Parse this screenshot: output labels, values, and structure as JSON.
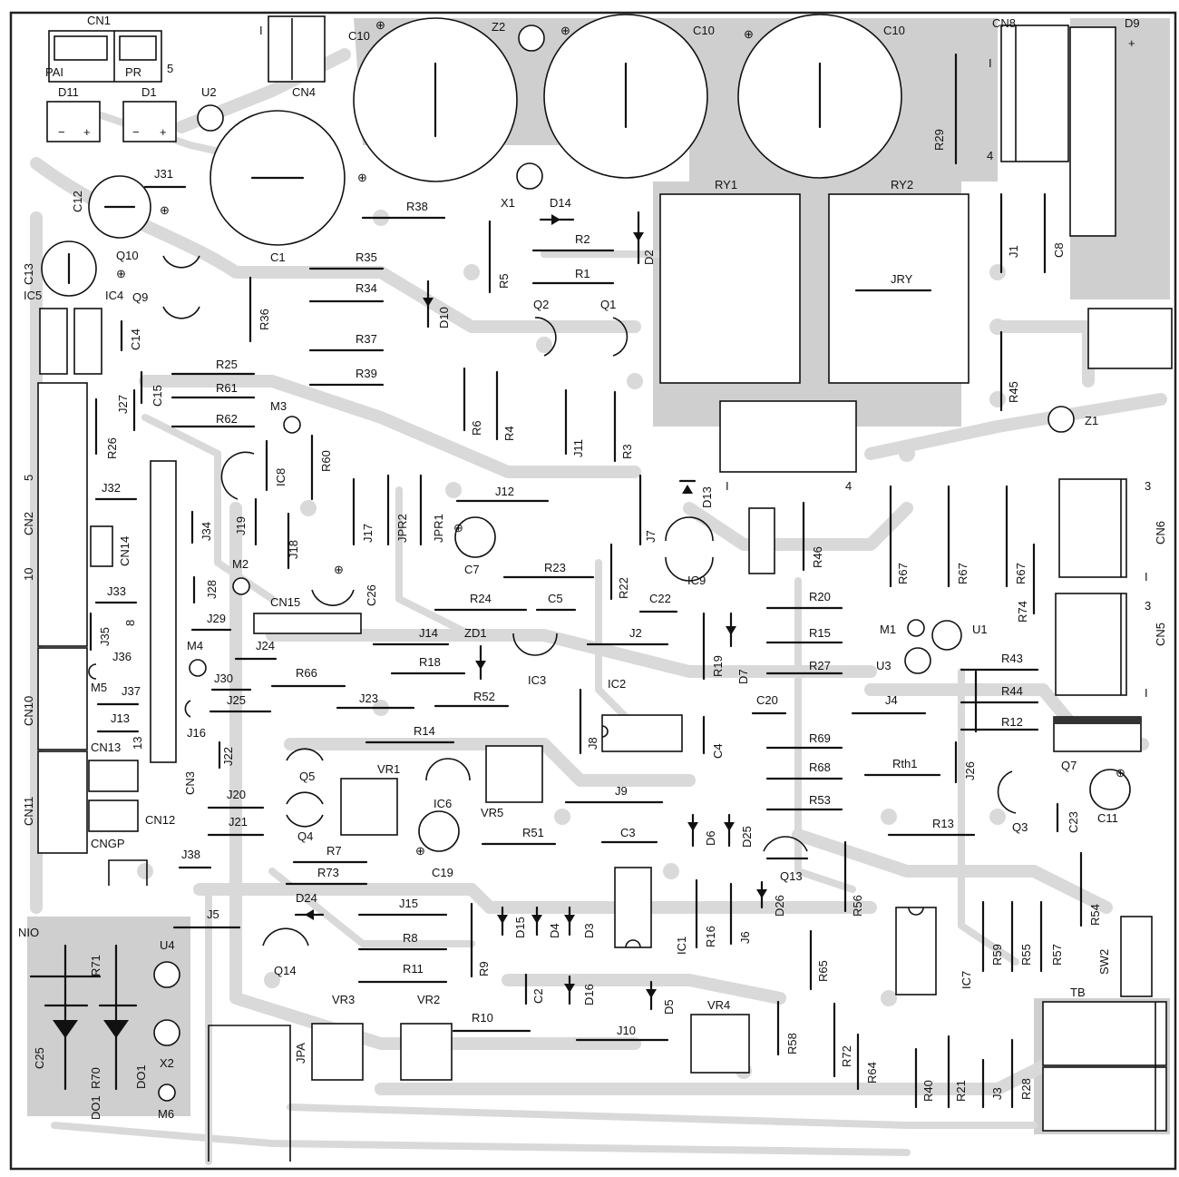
{
  "board": {
    "connectors": {
      "cn1": {
        "label": "CN1",
        "pin_left": "PAI",
        "pin_right": "PR",
        "pin_num": "5"
      },
      "cn4": {
        "label": "CN4",
        "pin_num": "I"
      },
      "cn8": {
        "label": "CN8",
        "pins": [
          "I",
          "4"
        ]
      },
      "cn2": {
        "label": "CN2",
        "pins": [
          "5",
          "10"
        ]
      },
      "cn3": {
        "label": "CN3"
      },
      "cn5": {
        "label": "CN5",
        "pins": [
          "3",
          "I"
        ]
      },
      "cn6": {
        "label": "CN6",
        "pins": [
          "3",
          "I"
        ]
      },
      "cn10": {
        "label": "CN10",
        "pin": "8"
      },
      "cn11": {
        "label": "CN11"
      },
      "cn12": {
        "label": "CN12"
      },
      "cn13": {
        "label": "CN13",
        "pin": "13"
      },
      "cn14": {
        "label": "CN14"
      },
      "cn15": {
        "label": "CN15"
      },
      "cngp": {
        "label": "CNGP"
      },
      "nio": {
        "label": "NIO"
      },
      "tb": {
        "label": "TB"
      },
      "sw2": {
        "label": "SW2"
      },
      "jpa": {
        "label": "JPA"
      },
      "d9": {
        "label": "D9",
        "sign": "+"
      }
    },
    "capacitors": {
      "c1": "C1",
      "c10a": "C10",
      "c10b": "C10",
      "c10c": "C10",
      "c12": "C12",
      "c13": "C13",
      "c7": "C7",
      "c19": "C19",
      "c11": "C11",
      "c26": "C26",
      "c14": "C14",
      "c15": "C15",
      "c5": "C5",
      "c22": "C22",
      "c20": "C20",
      "c4": "C4",
      "c3": "C3",
      "c2": "C2",
      "c8": "C8",
      "c23": "C23",
      "c25": "C25"
    },
    "semis": {
      "d11": "D11",
      "d1": "D1",
      "d2": "D2",
      "d3": "D3",
      "d4": "D4",
      "d5": "D5",
      "d6": "D6",
      "d7": "D7",
      "d10": "D10",
      "d13": "D13",
      "d14": "D14",
      "d15": "D15",
      "d16": "D16",
      "d24": "D24",
      "d25": "D25",
      "d26": "D26",
      "zd1": "ZD1",
      "z1": "Z1",
      "z2": "Z2",
      "q1": "Q1",
      "q2": "Q2",
      "q3": "Q3",
      "q4": "Q4",
      "q5": "Q5",
      "q7": "Q7",
      "q9": "Q9",
      "q10": "Q10",
      "q13": "Q13",
      "q14": "Q14",
      "ic1": "IC1",
      "ic2": "IC2",
      "ic3": "IC3",
      "ic4": "IC4",
      "ic5": "IC5",
      "ic6": "IC6",
      "ic7": "IC7",
      "ic8": "IC8",
      "ic9": "IC9",
      "do1a": "DO1",
      "do1b": "DO1"
    },
    "resistors": {
      "r1": "R1",
      "r2": "R2",
      "r3": "R3",
      "r4": "R4",
      "r5": "R5",
      "r6": "R6",
      "r7": "R7",
      "r8": "R8",
      "r9": "R9",
      "r10": "R10",
      "r11": "R11",
      "r12": "R12",
      "r13": "R13",
      "r14": "R14",
      "r15": "R15",
      "r16": "R16",
      "r18": "R18",
      "r19": "R19",
      "r20": "R20",
      "r21": "R21",
      "r22": "R22",
      "r23": "R23",
      "r24": "R24",
      "r25": "R25",
      "r26": "R26",
      "r27": "R27",
      "r28": "R28",
      "r29": "R29",
      "r34": "R34",
      "r35": "R35",
      "r36": "R36",
      "r37": "R37",
      "r38": "R38",
      "r39": "R39",
      "r40": "R40",
      "r43": "R43",
      "r44": "R44",
      "r45": "R45",
      "r46": "R46",
      "r51": "R51",
      "r52": "R52",
      "r53": "R53",
      "r54": "R54",
      "r55": "R55",
      "r56": "R56",
      "r57": "R57",
      "r58": "R58",
      "r59": "R59",
      "r60": "R60",
      "r61": "R61",
      "r62": "R62",
      "r64": "R64",
      "r65": "R65",
      "r66": "R66",
      "r67a": "R67",
      "r67b": "R67",
      "r67c": "R67",
      "r68": "R68",
      "r69": "R69",
      "r70": "R70",
      "r71": "R71",
      "r72": "R72",
      "r73": "R73",
      "r74": "R74",
      "rth1": "Rth1"
    },
    "jumpers": {
      "j1": "J1",
      "j2": "J2",
      "j3": "J3",
      "j4": "J4",
      "j5": "J5",
      "j6": "J6",
      "j7": "J7",
      "j8": "J8",
      "j9": "J9",
      "j10": "J10",
      "j11": "J11",
      "j12": "J12",
      "j13": "J13",
      "j14": "J14",
      "j15": "J15",
      "j16": "J16",
      "j17": "J17",
      "j18": "J18",
      "j19": "J19",
      "j20": "J20",
      "j21": "J21",
      "j22": "J22",
      "j23": "J23",
      "j24": "J24",
      "j25": "J25",
      "j26": "J26",
      "j27": "J27",
      "j28": "J28",
      "j29": "J29",
      "j30": "J30",
      "j31": "J31",
      "j32": "J32",
      "j33": "J33",
      "j34": "J34",
      "j35": "J35",
      "j36": "J36",
      "j37": "J37",
      "j38": "J38",
      "jpr1": "JPR1",
      "jpr2": "JPR2",
      "jry": "JRY"
    },
    "misc": {
      "ry1": "RY1",
      "ry2": "RY2",
      "ry_pin_left": "I",
      "ry_pin_right": "4",
      "x1": "X1",
      "x2": "X2",
      "u1": "U1",
      "u2": "U2",
      "u3": "U3",
      "u4": "U4",
      "m1": "M1",
      "m2": "M2",
      "m3": "M3",
      "m4": "M4",
      "m5": "M5",
      "m6": "M6",
      "vr1": "VR1",
      "vr2": "VR2",
      "vr3": "VR3",
      "vr4": "VR4",
      "vr5": "VR5"
    }
  }
}
